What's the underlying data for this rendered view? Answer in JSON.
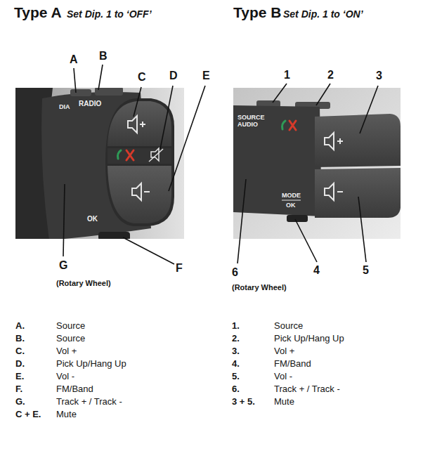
{
  "diagram": {
    "labels": [
      "Type A",
      "Set Dip. 1 to ‘OFF’",
      "Type B",
      "Set Dip. 1 to ‘ON’",
      "A",
      "B",
      "C",
      "D",
      "E",
      "1",
      "2",
      "3",
      "DIA",
      "RADIO",
      "SOURCE AUDIO",
      "MODE",
      "OK",
      "OK",
      "G",
      "(Rotary Wheel)",
      "F",
      "6",
      "(Rotary Wheel)",
      "4",
      "5",
      "A.",
      "Source",
      "B.",
      "Source",
      "C.",
      "Vol +",
      "D.",
      "Pick Up/Hang Up",
      "E.",
      "Vol -",
      "F.",
      "FM/Band",
      "G.",
      "Track + / Track -",
      "C + E.",
      "Mute",
      "1.",
      "Source",
      "2.",
      "Pick Up/Hang Up",
      "3.",
      "Vol +",
      "4.",
      "FM/Band",
      "5.",
      "Vol -",
      "6.",
      "Track + / Track -",
      "3 + 5.",
      "Mute"
    ]
  }
}
